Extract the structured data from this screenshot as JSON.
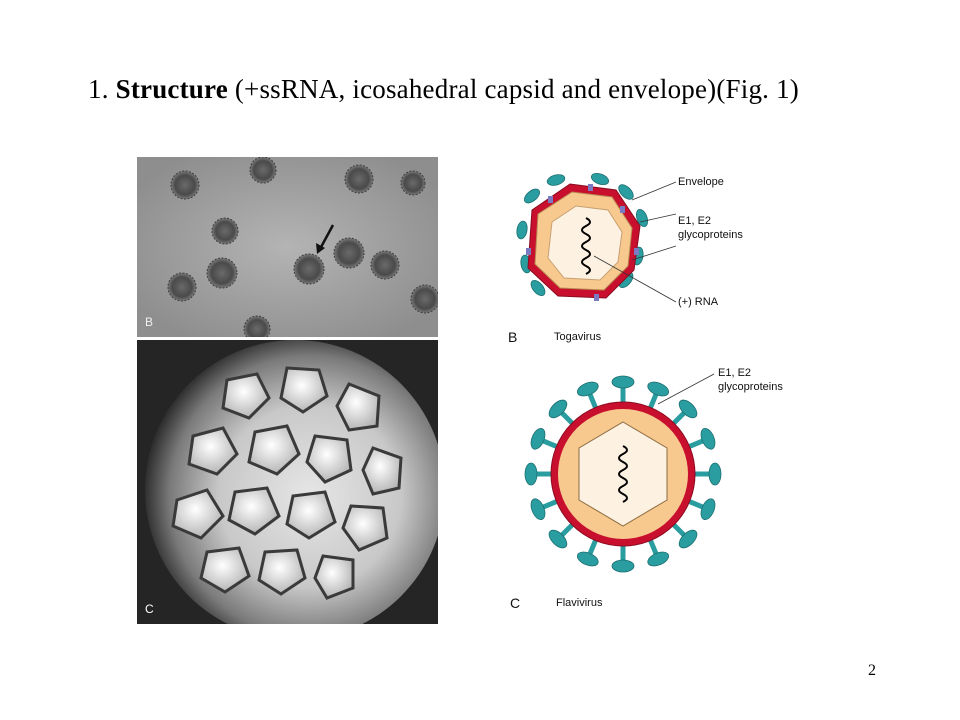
{
  "slide": {
    "title_number": "1.",
    "title_bold": "Structure",
    "title_rest": " (+ssRNA,  icosahedral  capsid  and  envelope)(Fig.  1)",
    "page_number": "2"
  },
  "photos": {
    "top_label": "B",
    "bottom_label": "C"
  },
  "togavirus_diagram": {
    "label_envelope": "Envelope",
    "label_glyco_line1": "E1, E2",
    "label_glyco_line2": "glycoproteins",
    "label_rna": "(+) RNA",
    "panel_letter": "B",
    "caption": "Togavirus"
  },
  "flavivirus_diagram": {
    "label_glyco_line1": "E1, E2",
    "label_glyco_line2": "glycoproteins",
    "panel_letter": "C",
    "caption": "Flavivirus"
  },
  "colors": {
    "envelope_red": "#c8102e",
    "capsid_tan": "#f7c98f",
    "spike_teal": "#2a9da0",
    "interior_cream": "#fdf1e2"
  }
}
